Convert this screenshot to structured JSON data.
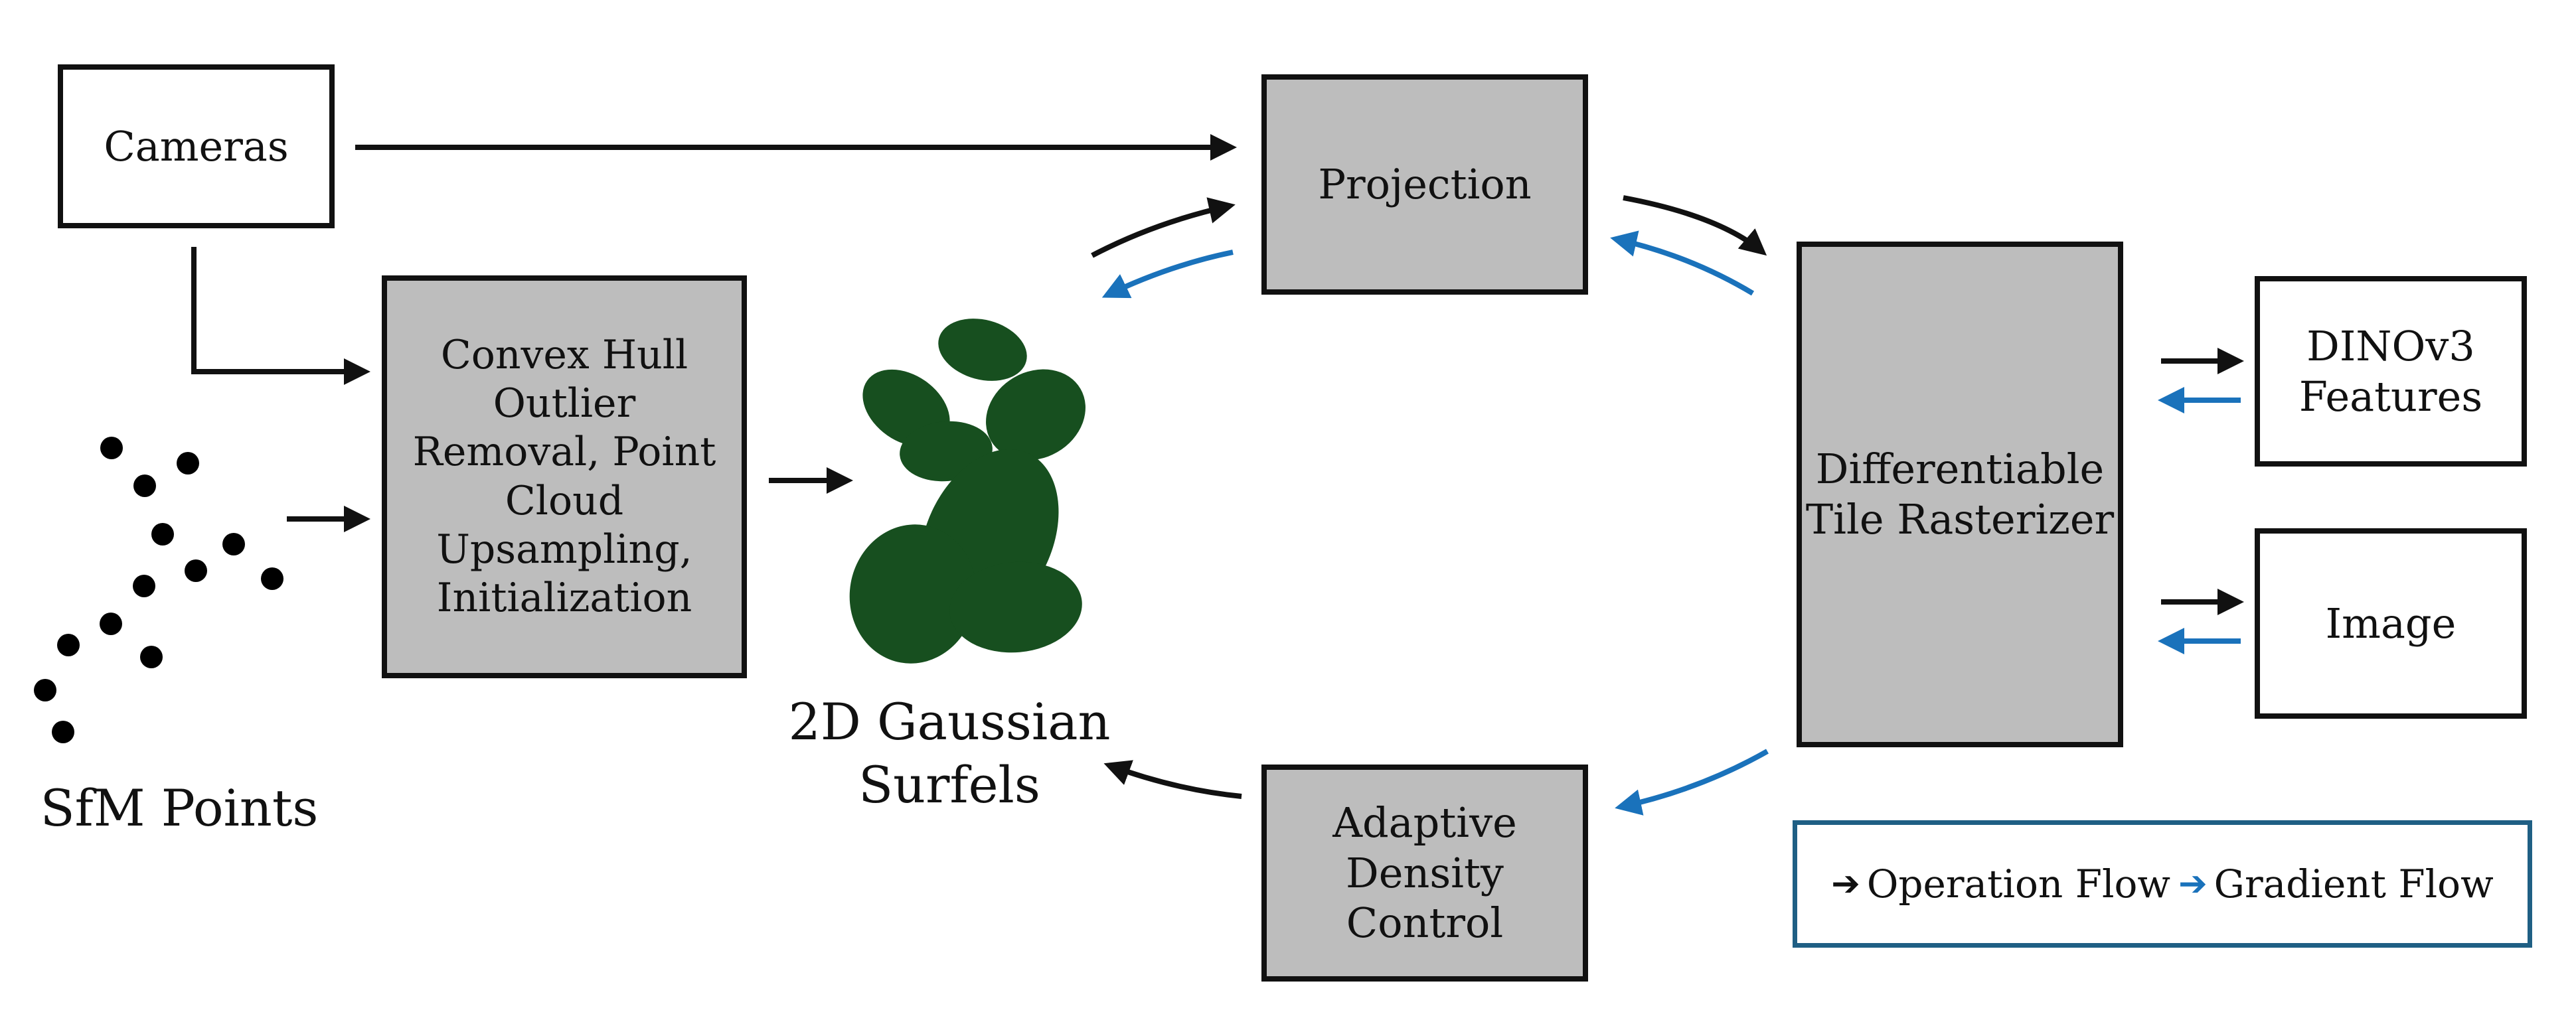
{
  "nodes": {
    "cameras": "Cameras",
    "convex_hull": "Convex Hull\nOutlier\nRemoval, Point\nCloud\nUpsampling,\nInitialization",
    "projection": "Projection",
    "rasterizer": "Differentiable\nTile Rasterizer",
    "dino": "DINOv3\nFeatures",
    "image": "Image",
    "adaptive": "Adaptive\nDensity\nControl"
  },
  "labels": {
    "sfm_points": "SfM Points",
    "surfels": "2D Gaussian\nSurfels"
  },
  "legend": {
    "operation_arrow": "➔",
    "operation": "Operation Flow",
    "gradient_arrow": "➔",
    "gradient": "Gradient Flow"
  },
  "colors": {
    "operation": "#111111",
    "gradient": "#1a72bb",
    "surfel": "#174f1f",
    "box_fill": "#bdbdbd",
    "legend_border": "#1f5f84"
  },
  "icons": [
    "point-cloud-icon",
    "gaussian-surfels-icon"
  ]
}
